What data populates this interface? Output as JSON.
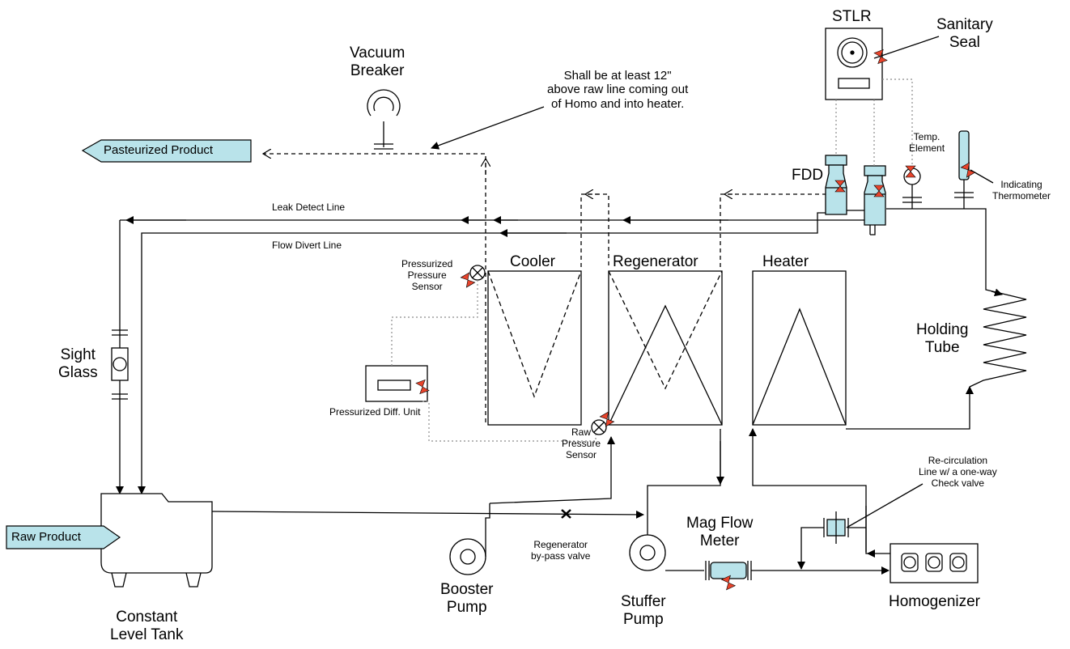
{
  "labels": {
    "stlr": "STLR",
    "sanitary_seal": "Sanitary\nSeal",
    "vacuum_breaker": "Vacuum\nBreaker",
    "note_12in": "Shall be at least 12\"\nabove raw line coming out\nof Homo and into heater.",
    "pasteurized_product": "Pasteurized Product",
    "fdd": "FDD",
    "temp_element": "Temp.\nElement",
    "indicating_thermometer": "Indicating\nThermometer",
    "leak_detect_line": "Leak Detect Line",
    "flow_divert_line": "Flow Divert Line",
    "pressurized_pressure_sensor": "Pressurized\nPressure\nSensor",
    "cooler": "Cooler",
    "regenerator": "Regenerator",
    "heater": "Heater",
    "holding_tube": "Holding\nTube",
    "sight_glass": "Sight\nGlass",
    "pressurized_diff_unit": "Pressurized Diff. Unit",
    "raw_pressure_sensor": "Raw\nPressure\nSensor",
    "recirculation_line": "Re-circulation\nLine w/ a one-way\nCheck valve",
    "mag_flow_meter": "Mag Flow\nMeter",
    "regenerator_bypass": "Regenerator\nby-pass valve",
    "raw_product": "Raw Product",
    "booster_pump": "Booster\nPump",
    "stuffer_pump": "Stuffer\nPump",
    "homogenizer": "Homogenizer",
    "constant_level_tank": "Constant\nLevel Tank"
  },
  "colors": {
    "valve_red": "#e8442c",
    "equipment_fill": "#b9e3ea",
    "line": "#000000",
    "signal_line": "#8c8c8c"
  }
}
